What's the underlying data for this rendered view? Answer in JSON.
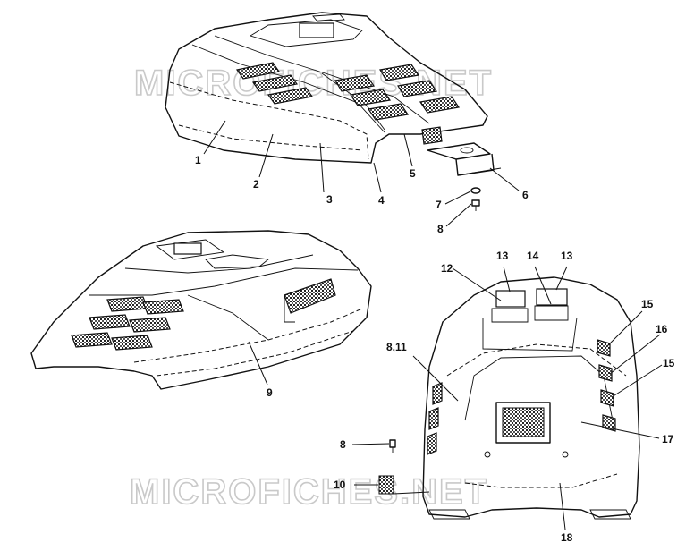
{
  "watermark": "MICROFICHES.NET",
  "callouts": [
    {
      "id": "c1",
      "label": "1"
    },
    {
      "id": "c2",
      "label": "2"
    },
    {
      "id": "c3",
      "label": "3"
    },
    {
      "id": "c4",
      "label": "4"
    },
    {
      "id": "c5",
      "label": "5"
    },
    {
      "id": "c6",
      "label": "6"
    },
    {
      "id": "c7",
      "label": "7"
    },
    {
      "id": "c8a",
      "label": "8"
    },
    {
      "id": "c9",
      "label": "9"
    },
    {
      "id": "c12",
      "label": "12"
    },
    {
      "id": "c13a",
      "label": "13"
    },
    {
      "id": "c14",
      "label": "14"
    },
    {
      "id": "c13b",
      "label": "13"
    },
    {
      "id": "c15a",
      "label": "15"
    },
    {
      "id": "c16",
      "label": "16"
    },
    {
      "id": "c15b",
      "label": "15"
    },
    {
      "id": "c811",
      "label": "8,11"
    },
    {
      "id": "c17",
      "label": "17"
    },
    {
      "id": "c8b",
      "label": "8"
    },
    {
      "id": "c10",
      "label": "10"
    },
    {
      "id": "c18",
      "label": "18"
    }
  ]
}
